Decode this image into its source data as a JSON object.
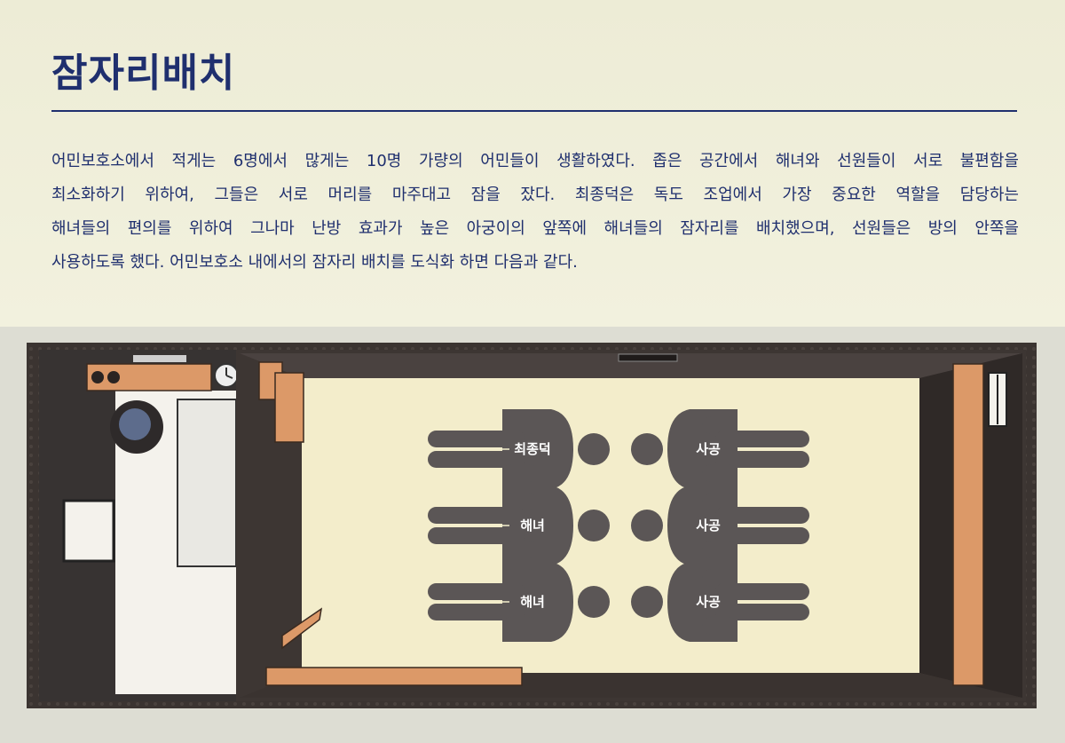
{
  "title": "잠자리배치",
  "description_lines": [
    "어민보호소에서 적게는 6명에서 많게는 10명 가량의 어민들이 생활하였다. 좁은 공간에서 해녀와 선원들이 서로 불편함을",
    "최소화하기 위하여, 그들은 서로 머리를 마주대고 잠을 잤다. 최종덕은 독도 조업에서 가장 중요한 역할을 담당하는",
    "해녀들의 편의를 위하여 그나마 난방 효과가 높은 아궁이의 앞쪽에 해녀들의 잠자리를 배치했으며, 선원들은 방의 안쪽을",
    "사용하도록 했다. 어민보호소 내에서의 잠자리 배치를 도식화 하면 다음과 같다."
  ],
  "diagram": {
    "left_column": [
      "최종덕",
      "해녀",
      "해녀"
    ],
    "right_column": [
      "사공",
      "사공",
      "사공"
    ]
  },
  "colors": {
    "title": "#1f2f6e",
    "figure": "#5b5656",
    "wood": "#dc9968",
    "floor": "#f3edcb",
    "wall": "#433c38"
  }
}
